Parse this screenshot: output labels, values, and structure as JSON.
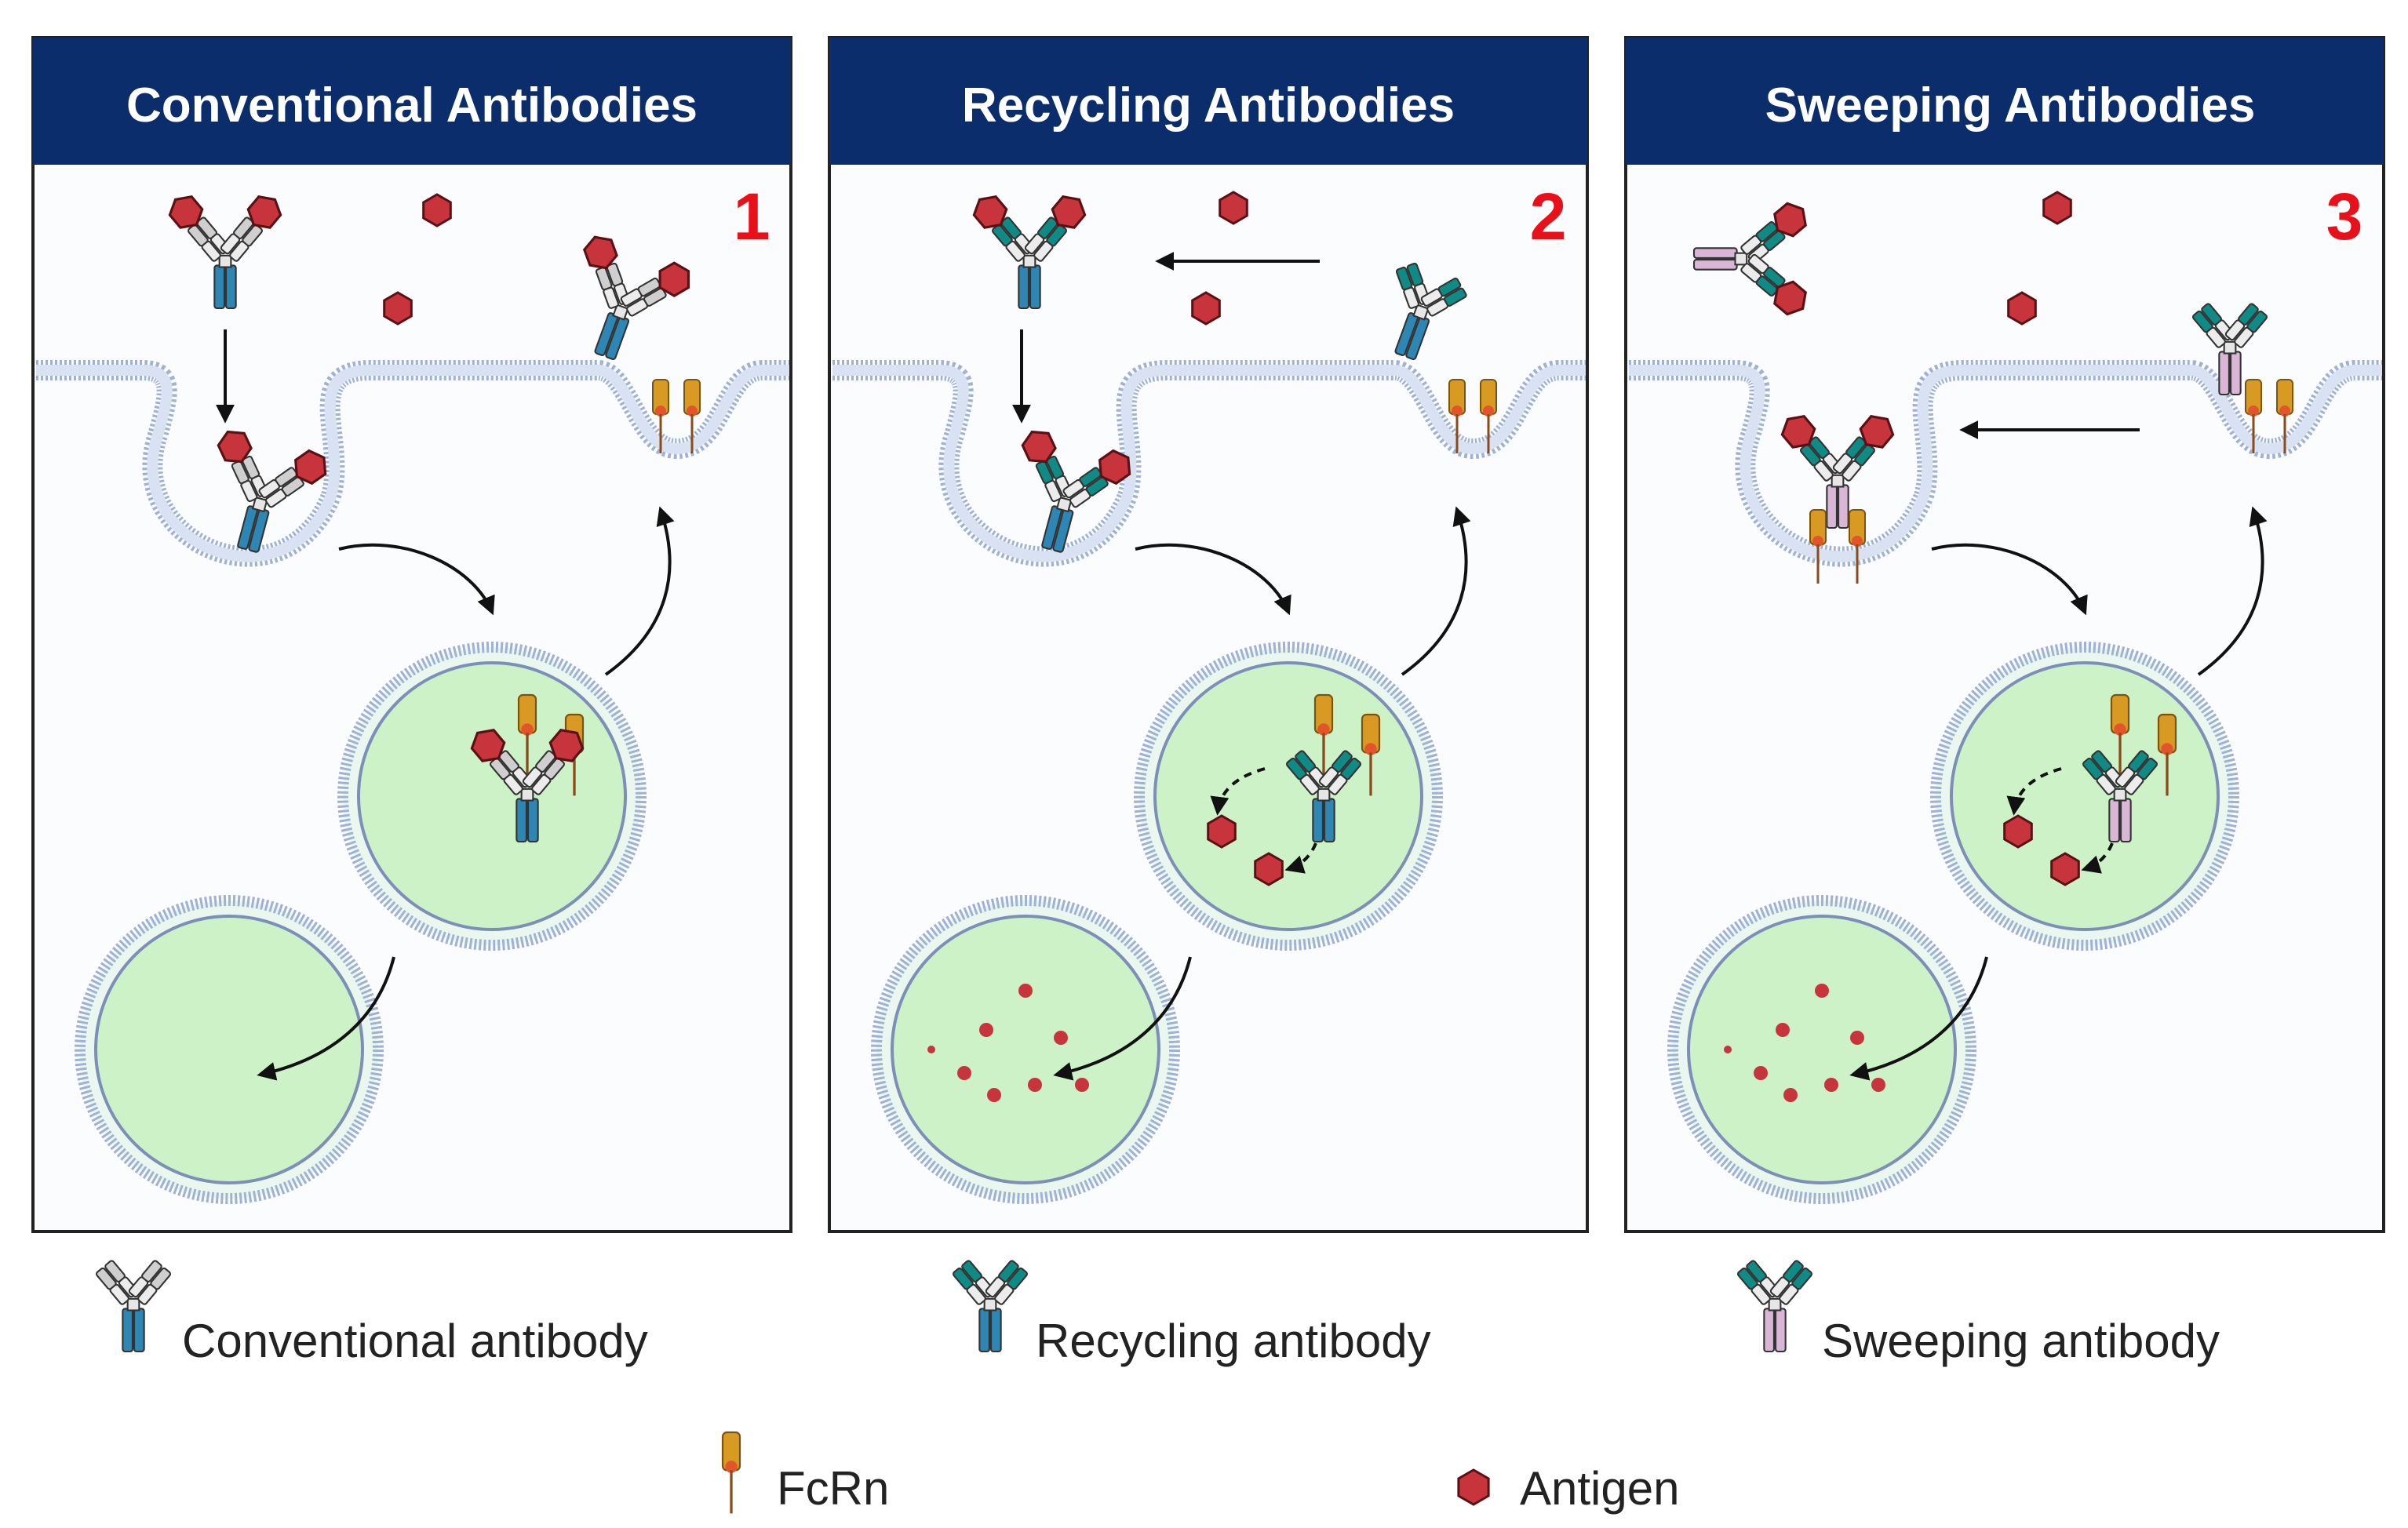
{
  "panels": [
    {
      "title": "Conventional Antibodies",
      "number": "1",
      "variant": "conventional"
    },
    {
      "title": "Recycling Antibodies",
      "number": "2",
      "variant": "recycling"
    },
    {
      "title": "Sweeping Antibodies",
      "number": "3",
      "variant": "sweeping"
    }
  ],
  "legend": {
    "conventional": "Conventional antibody",
    "recycling": "Recycling antibody",
    "sweeping": "Sweeping antibody",
    "fcrn": "FcRn",
    "antigen": "Antigen"
  },
  "colors": {
    "header_bg": "#0b2d6b",
    "panel_number": "#e8111a",
    "antigen": "#c8343c",
    "fc_blue": "#2d86b3",
    "fc_pink": "#d9b6d6",
    "fab_teal": "#0f8a84",
    "fab_grey": "#cfcfcf",
    "fcrn": "#d89a22",
    "vesicle_fill": "#cdf2c8",
    "membrane": "#9fb2d6"
  }
}
